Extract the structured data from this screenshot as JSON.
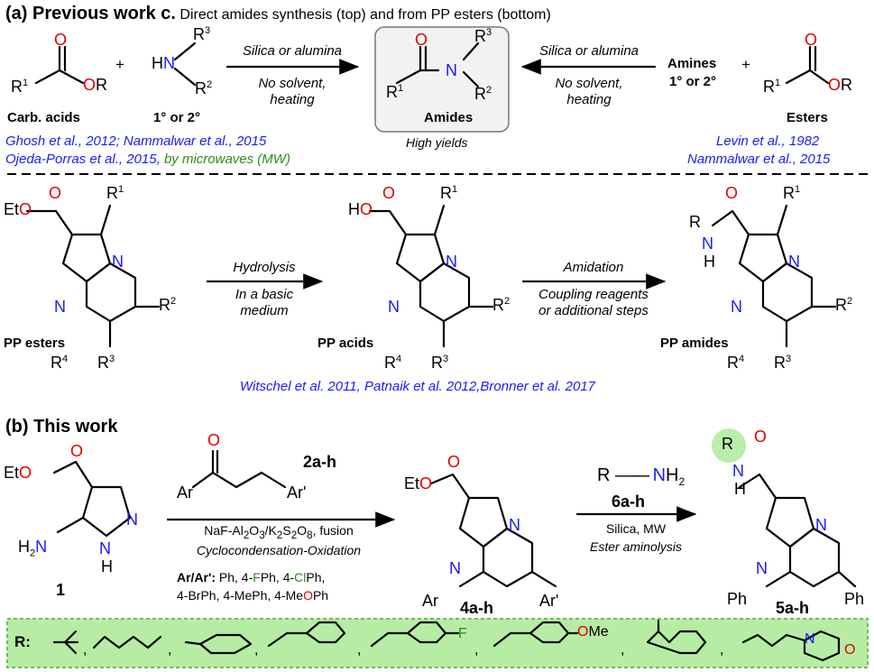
{
  "section_a": {
    "label": "(a) Previous work c.",
    "subtitle": "Direct amides synthesis (top) and from PP esters (bottom)",
    "carb_acids": "Carb. acids",
    "amine_class": "1° or 2°",
    "plus": "+",
    "cond_left": [
      "Silica or alumina",
      "No solvent,",
      "heating"
    ],
    "cond_right": [
      "Silica or alumina",
      "No solvent,",
      "heating"
    ],
    "amides": "Amides",
    "high_yields": "High yields",
    "amines_right": [
      "Amines",
      "1° or 2°"
    ],
    "esters": "Esters",
    "refs_left": [
      "Ghosh et al., 2012; Nammalwar et al., 2015",
      "Ojeda-Porras et al., 2015,"
    ],
    "ref_mw": "by microwaves (MW)",
    "refs_right": [
      "Levin et al., 1982",
      "Nammalwar et al., 2015"
    ],
    "pp_esters": "PP esters",
    "pp_acids": "PP acids",
    "pp_amides": "PP amides",
    "hydrolysis": "Hydrolysis",
    "hydrolysis_cond": [
      "In a basic",
      "medium"
    ],
    "amidation": "Amidation",
    "amidation_cond": [
      "Coupling reagents",
      "or additional steps"
    ],
    "refs_bottom": "Witschel et al. 2011, Patnaik et al. 2012,Bronner et al. 2017"
  },
  "section_b": {
    "label": "(b) This work",
    "compound_1": "1",
    "reagent_2": "2a-h",
    "cond_1": "NaF-Al2O3/K2S2O8, fusion",
    "cond_1_note": "Cyclocondensation-Oxidation",
    "ar_label": "Ar/Ar':",
    "ar_list": [
      "Ph, 4-FPh, 4-ClPh,",
      "4-BrPh, 4-MePh, 4-MeOPh"
    ],
    "compound_4": "4a-h",
    "amine_6": "R—NH2",
    "reagent_6": "6a-h",
    "cond_2": "Silica, MW",
    "cond_2_note": "Ester aminolysis",
    "compound_5": "5a-h",
    "r_label": "R:"
  },
  "colors": {
    "oxygen": "#e00000",
    "nitrogen": "#1a1aff",
    "highlight": "#a8e89a",
    "ref_blue": "#1a1aff",
    "ref_green": "#2f8a1d"
  },
  "icons": [
    "right-arrow-icon",
    "left-arrow-icon",
    "dashed-separator"
  ]
}
